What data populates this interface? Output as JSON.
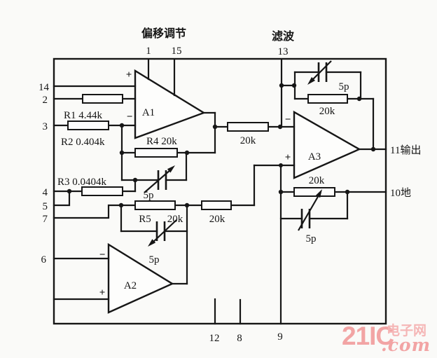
{
  "labels": {
    "offset_adjust": "偏移调节",
    "filter": "滤波"
  },
  "pins": {
    "p1": "1",
    "p15": "15",
    "p13": "13",
    "p14": "14",
    "p2": "2",
    "p3": "3",
    "p4": "4",
    "p5": "5",
    "p7": "7",
    "p6": "6",
    "p12": "12",
    "p8": "8",
    "p9": "9",
    "p11_output": "11输出",
    "p10_ground": "10地"
  },
  "amplifiers": {
    "a1": "A1",
    "a2": "A2",
    "a3": "A3"
  },
  "resistors": {
    "r1": "R1 4.44k",
    "r2": "R2 0.404k",
    "r3": "R3 0.0404k",
    "r4": "R4 20k",
    "r5_name": "R5",
    "r5_value": "20k",
    "input_20k": "20k",
    "a2_out_20k": "20k",
    "a3_fb_20k": "20k",
    "a3_gnd_20k": "20k"
  },
  "capacitors": {
    "a1_fb": "5p",
    "a2_fb": "5p",
    "a3_fb": "5p",
    "a3_gnd": "5p"
  },
  "polarity": {
    "plus": "+",
    "minus": "−"
  },
  "watermark": {
    "brand": "21IC",
    "domain": ".com",
    "site": "电子网",
    "color": "#f2a4a4"
  },
  "colors": {
    "line": "#161616",
    "background": "#fafaf8",
    "watermark_pink": "#f2a4a4"
  }
}
